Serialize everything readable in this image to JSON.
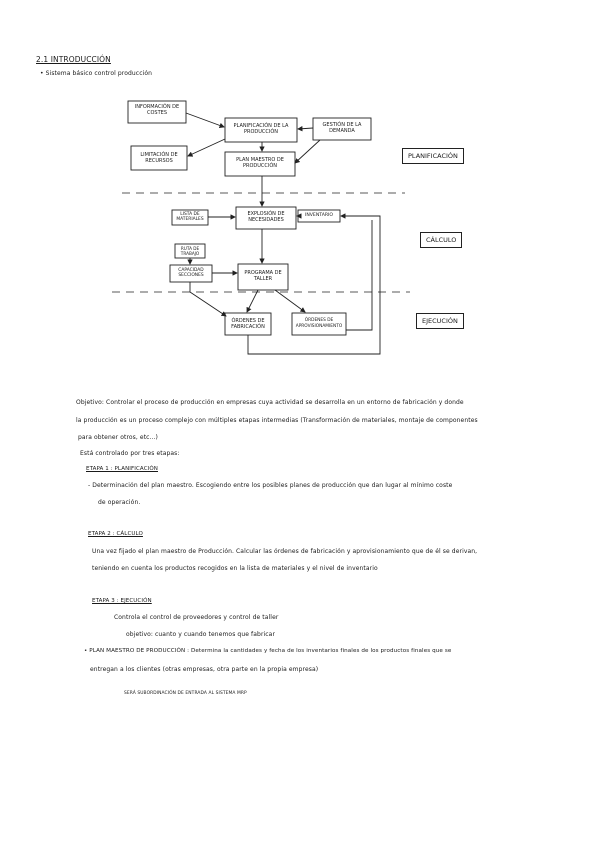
{
  "heading": "2.1 INTRODUCCIÓN",
  "subheading": "• Sistema básico control producción",
  "diagram": {
    "boxes": {
      "info_costes": "INFORMACIÓN DE COSTES",
      "planificacion": "PLANIFICACIÓN DE LA PRODUCCIÓN",
      "gestion_demanda": "GESTIÓN DE LA DEMANDA",
      "limitacion_recursos": "LIMITACIÓN DE RECURSOS",
      "plan_maestro": "PLAN MAESTRO DE PRODUCCIÓN",
      "lista_materiales": "LISTA DE MATERIALES",
      "explosion": "EXPLOSIÓN DE NECESIDADES",
      "inventario": "INVENTARIO",
      "ruta_trabajo": "RUTA DE TRABAJO",
      "capacidad": "CAPACIDAD SECCIONES",
      "programa": "PROGRAMA DE TALLER",
      "ordenes_fabricacion": "ÓRDENES DE FABRICACIÓN",
      "ordenes_aprov": "ÓRDENES DE APROVISIONAMIENTO"
    },
    "stages": {
      "planificacion": "PLANIFICACIÓN",
      "calculo": "CÁLCULO",
      "ejecucion": "EJECUCIÓN"
    }
  },
  "body": {
    "objetivo_l1": "Objetivo: Controlar el proceso de producción en empresas cuya actividad se desarrolla en un entorno de fabricación y donde",
    "objetivo_l2": "la producción es un proceso complejo con múltiples etapas intermedias (Transformación de materiales, montaje de componentes",
    "objetivo_l3": "para obtener otros, etc...)",
    "controlado": "Está controlado por tres etapas:",
    "etapa1_title": "ETAPA 1 : PLANIFICACIÓN",
    "etapa1_l1": "- Determinación del plan maestro. Escogiendo entre los posibles planes de producción que dan lugar al mínimo coste",
    "etapa1_l2": "de operación.",
    "etapa2_title": "ETAPA 2 : CÁLCULO",
    "etapa2_l1": "Una vez fijado el plan maestro de Producción. Calcular las órdenes de fabricación y aprovisionamiento que de él se derivan,",
    "etapa2_l2": "teniendo en cuenta los productos recogidos en la lista de materiales y el nivel de inventario",
    "etapa3_title": "ETAPA 3 : EJECUCIÓN",
    "etapa3_l1": "Controla el control de proveedores y control de taller",
    "etapa3_l2": "objetivo: cuanto y cuando tenemos que fabricar",
    "plan_maestro_l1": "• PLAN MAESTRO DE PRODUCCIÓN : Determina la cantidades y fecha de los inventarios finales de los productos finales que se",
    "plan_maestro_l2": "entregan a los clientes (otras empresas, otra parte en la propia empresa)",
    "note": "SERÁ SUBORDINACIÓN DE ENTRADA AL SISTEMA MRP"
  }
}
